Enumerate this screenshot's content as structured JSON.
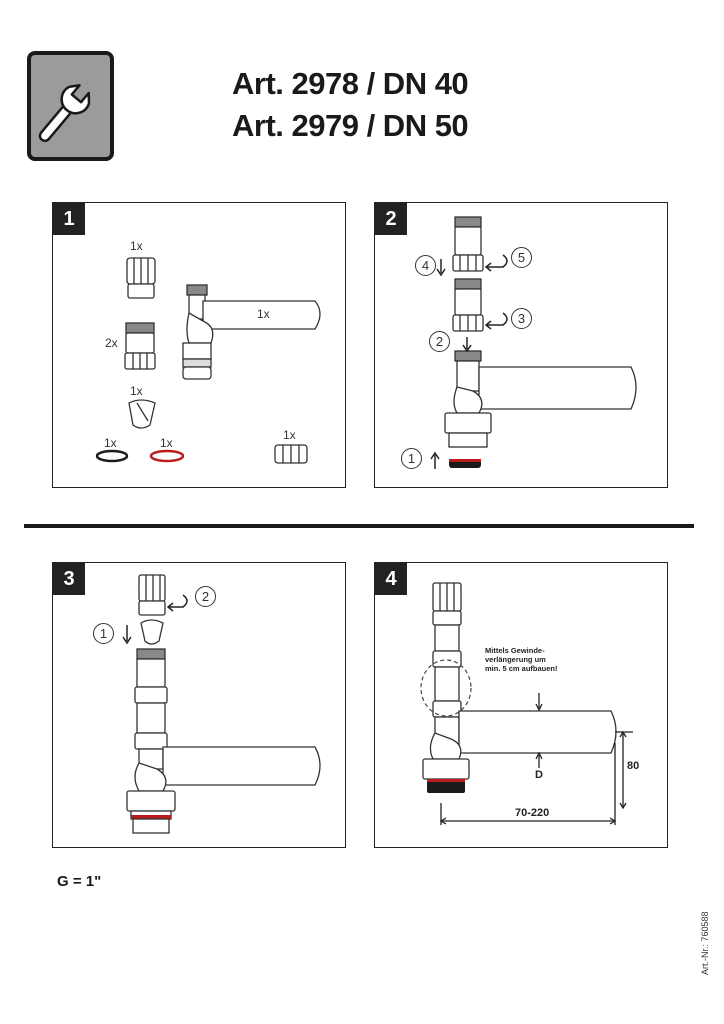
{
  "header": {
    "icon": "wrench-icon",
    "title_line1": "Art. 2978 / DN 40",
    "title_line2": "Art. 2979 / DN 50"
  },
  "panels": [
    {
      "number": "1",
      "labels": {
        "union_nut": "1x",
        "adapter": "2x",
        "valve": "1x",
        "siphon": "1x",
        "ring_black": "1x",
        "ring_red": "1x",
        "nut": "1x"
      }
    },
    {
      "number": "2",
      "steps": [
        "1",
        "2",
        "3",
        "4",
        "5"
      ]
    },
    {
      "number": "3",
      "steps": [
        "1",
        "2"
      ]
    },
    {
      "number": "4",
      "note": [
        "Mittels Gewinde-",
        "verlängerung um",
        "min. 5 cm aufbauen!"
      ],
      "dims": {
        "d": "D",
        "height": "80",
        "width": "70-220"
      }
    }
  ],
  "footer": {
    "thread": "G = 1\"",
    "art_nr": "Art.-Nr.: 760588"
  },
  "colors": {
    "ink": "#1a1a1a",
    "icon_bg": "#9b9b9b",
    "ring_red": "#b81c1c"
  }
}
